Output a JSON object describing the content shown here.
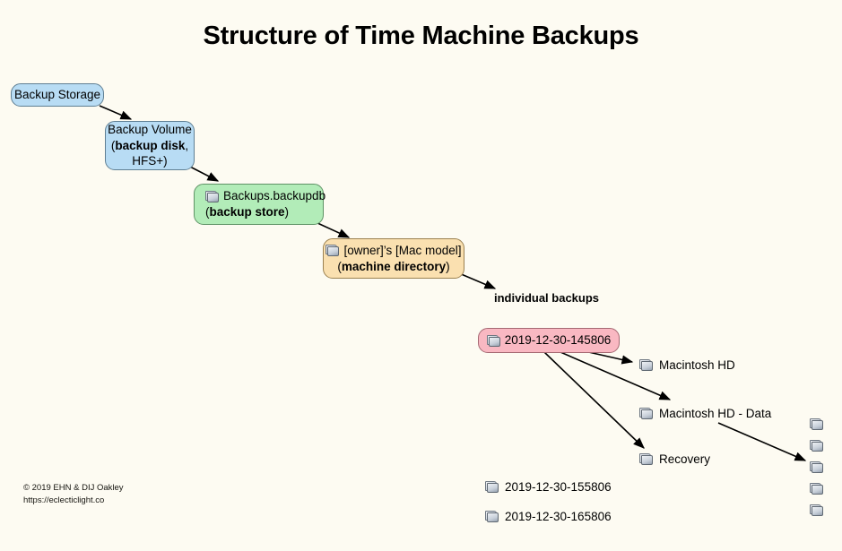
{
  "diagram": {
    "title": "Structure of Time Machine Backups",
    "background_color": "#fdfbf2",
    "nodes": [
      {
        "id": "backup-storage",
        "label": "Backup Storage",
        "lines": [
          "Backup Storage"
        ],
        "color": "#b8dcf4",
        "shape": "rounded-rect",
        "has_folder_icon": false
      },
      {
        "id": "backup-volume",
        "label": "Backup Volume (backup disk, HFS+)",
        "lines": [
          "Backup Volume",
          "(backup disk,",
          "HFS+)"
        ],
        "color": "#b8dcf4",
        "shape": "rounded-rect",
        "has_folder_icon": false
      },
      {
        "id": "backups-backupdb",
        "label": "Backups.backupdb (backup store)",
        "lines": [
          "Backups.backupdb",
          "(backup store)"
        ],
        "color": "#b2ecb8",
        "shape": "rounded-rect",
        "has_folder_icon": true
      },
      {
        "id": "machine-directory",
        "label": "[owner]'s [Mac model] (machine directory)",
        "lines": [
          "[owner]’s [Mac model]",
          "(machine directory)"
        ],
        "color": "#fae0b0",
        "shape": "rounded-rect",
        "has_folder_icon": true
      },
      {
        "id": "backup-145806",
        "label": "2019-12-30-145806",
        "lines": [
          "2019-12-30-145806"
        ],
        "color": "#f9b8c2",
        "shape": "rounded-rect",
        "has_folder_icon": true
      }
    ],
    "node_text": {
      "backup_storage": "Backup Storage",
      "backup_volume_l1": "Backup Volume",
      "backup_volume_l2_bold": "backup disk",
      "backup_volume_l3": "HFS+)",
      "backupdb_l1": "Backups.backupdb",
      "backupdb_l2_bold": "backup store",
      "machine_l1": "[owner]’s [Mac model]",
      "machine_l2_bold": "machine directory",
      "backup_145806": "2019-12-30-145806"
    },
    "section_label": "individual backups",
    "volume_folders": [
      {
        "id": "macintosh-hd",
        "label": "Macintosh HD"
      },
      {
        "id": "macintosh-hd-data",
        "label": "Macintosh HD - Data"
      },
      {
        "id": "recovery",
        "label": "Recovery"
      }
    ],
    "other_backups": [
      {
        "id": "backup-155806",
        "label": "2019-12-30-155806"
      },
      {
        "id": "backup-165806",
        "label": "2019-12-30-165806"
      }
    ],
    "data_folder_stack_count": 5,
    "edges": [
      {
        "from": "backup-storage",
        "to": "backup-volume"
      },
      {
        "from": "backup-volume",
        "to": "backups-backupdb"
      },
      {
        "from": "backups-backupdb",
        "to": "machine-directory"
      },
      {
        "from": "machine-directory",
        "to": "individual-backups"
      },
      {
        "from": "backup-145806",
        "to": "macintosh-hd"
      },
      {
        "from": "backup-145806",
        "to": "macintosh-hd-data"
      },
      {
        "from": "backup-145806",
        "to": "recovery"
      },
      {
        "from": "macintosh-hd-data",
        "to": "data-folder-stack"
      }
    ],
    "credit": {
      "line1": "© 2019 EHN & DIJ Oakley",
      "line2": "https://eclecticlight.co"
    }
  }
}
